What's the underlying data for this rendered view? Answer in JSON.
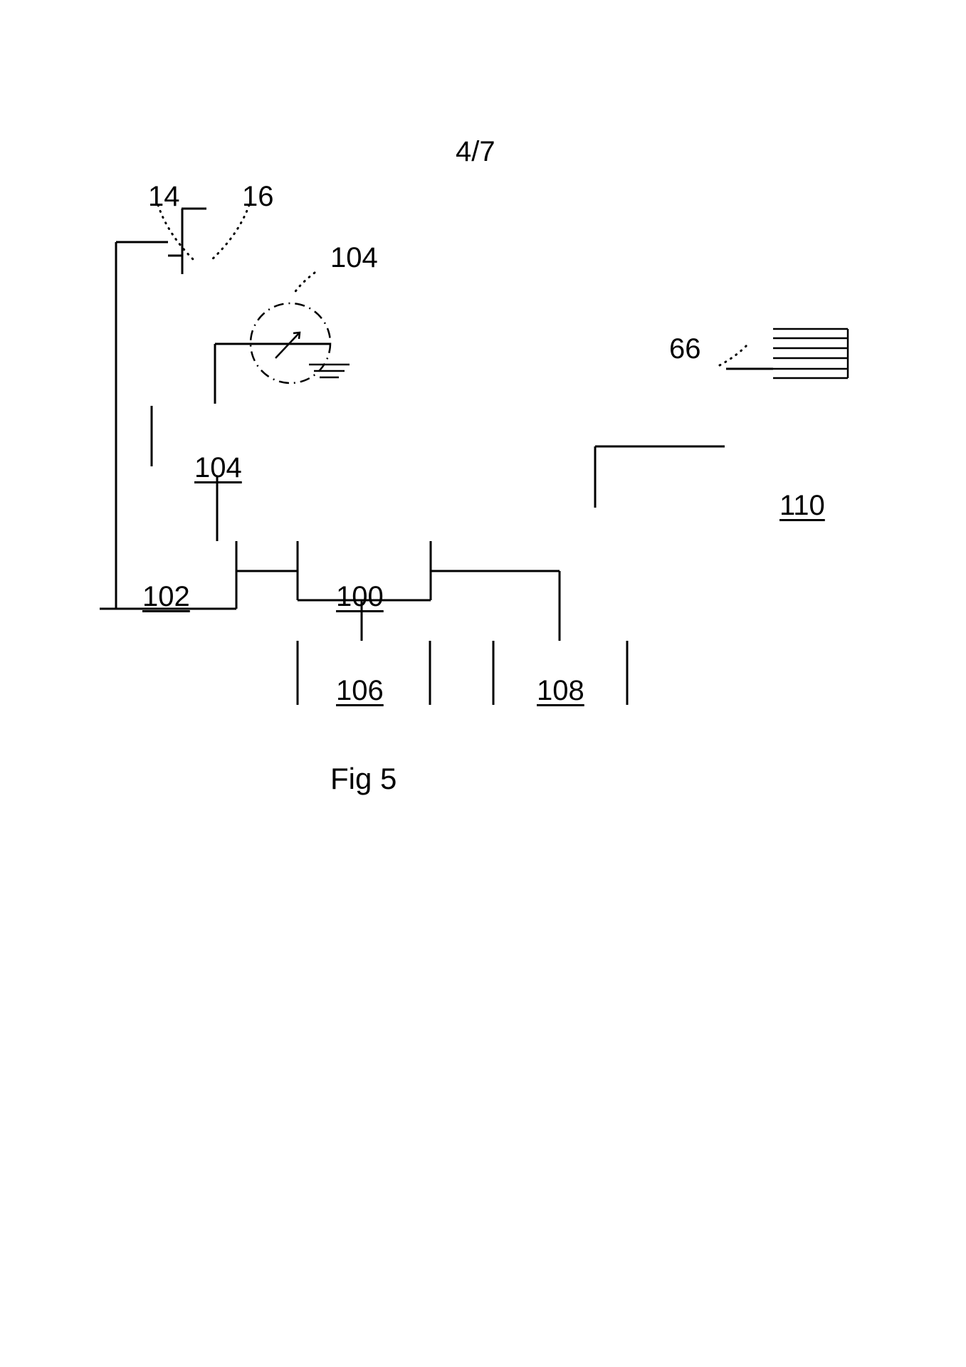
{
  "sheet": {
    "page_number": "4/7",
    "figure_caption": "Fig 5",
    "background_color": "#ffffff",
    "line_color": "#000000"
  },
  "labels": {
    "ref_14": "14",
    "ref_16": "16",
    "ref_104_top": "104",
    "ref_66": "66",
    "ref_110": "110",
    "ref_104_mid": "104",
    "ref_102": "102",
    "ref_100": "100",
    "ref_106": "106",
    "ref_108": "108"
  },
  "elements": {
    "circle_symbol": "dash-dot-circle-with-arrow",
    "ground_symbol": "ground-symbol",
    "hatched_block": "horizontal-line-hatched-block",
    "leader_lines": "dotted-curved-leaders"
  }
}
